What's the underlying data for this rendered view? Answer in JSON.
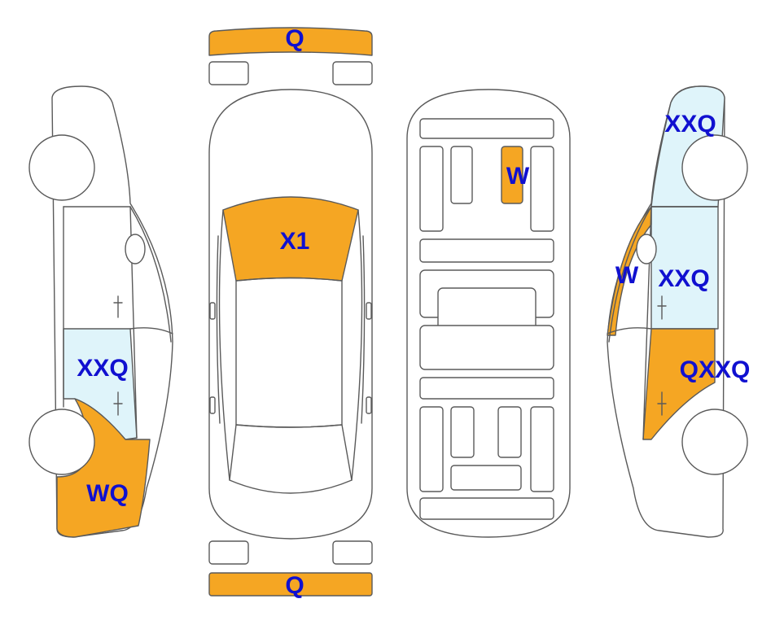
{
  "colors": {
    "damage_orange": "#F5A623",
    "light_blue": "#DFF4FA",
    "label_blue": "#1010D0",
    "outline": "#5A5A5A"
  },
  "labels": {
    "front_bumper": "Q",
    "rear_bumper": "Q",
    "windshield": "X1",
    "roof_interior": "W",
    "left_rear_door": "XXQ",
    "left_rear_quarter": "WQ",
    "right_front_fender": "XXQ",
    "right_a_pillar": "W",
    "right_front_door": "XXQ",
    "right_rear_door": "QXXQ"
  }
}
